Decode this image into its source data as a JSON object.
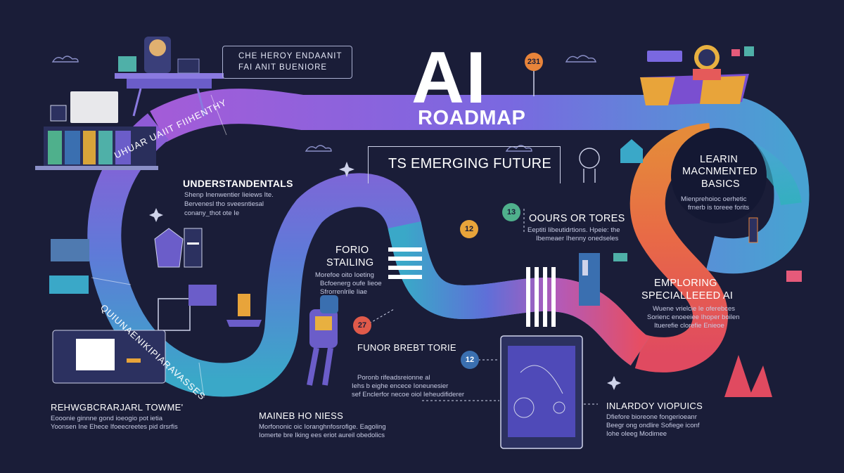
{
  "colors": {
    "background": "#1a1d38",
    "road_start": "#9a55d6",
    "road_mid": "#6a64e0",
    "road_end_red": "#e04a60",
    "road_teal": "#3bb0c8",
    "road_orange": "#e8843a"
  },
  "title": {
    "big": "AI",
    "sub": "ROADMAP"
  },
  "top_note": {
    "line1": "CHE HEROY ENDAANIT",
    "line2": "FAI ANIT BUENIORE"
  },
  "future": {
    "title": "TS EMERGING FUTURE"
  },
  "sections": {
    "understand": {
      "heading": "UNDERSTANDENTALS",
      "lines": [
        "Shenp Inenwentier Iieiews Ite.",
        "Bervenesl tho sveesntiesal",
        "conany_thot ote Ie"
      ]
    },
    "forio": {
      "heading1": "FORIO",
      "heading2": "STAILING",
      "lines": [
        "Morefoe oito Ioeting",
        "Bcfoenerg oufe Iieoe",
        "Sfrorrenlrile Iiae"
      ]
    },
    "learn": {
      "line1": "LEARIN",
      "line2": "MACNMENTED",
      "line3": "BASICS",
      "lines": [
        "Mienprehoioc oerhetic",
        "frnerb is toreee forits"
      ]
    },
    "ours": {
      "heading": "OOURS OR TORES",
      "lines": [
        "Eeptiti Iibeutidrtions. Hpeie: the",
        "Ibemeaer Ihenny onedseles"
      ]
    },
    "emploring": {
      "heading1": "EMPLORING",
      "heading2": "SPECIALLEEED AI",
      "lines": [
        "Wuene vrielcie Ie oferebces",
        "Sorienc enoeeiee Ihoper boilen",
        "Ituerefie clorefie Enieoe"
      ]
    },
    "funor": {
      "heading": "FUNOR BREBT TORIE",
      "lines": [
        "Poronb rifeadsreionne al",
        "Iehs b eighe encece Ioneunesier",
        "sef Enclerfor necoe oiol Ieheudifiderer"
      ]
    },
    "mainer": {
      "heading": "MAINEB HO NIESS",
      "lines": [
        "Morfononic oic Ioranghnfosrofige. Eagoling",
        "Iomerte bre Iking ees eriot aureil obedolics"
      ]
    },
    "renm": {
      "heading": "REHWGBCRARJARL TOWME'",
      "lines": [
        "Eooonie ginnne gond ioeogio pot ietia",
        "Yoonsen Ine Ehece Ifoeecreetes pid drsrfis"
      ]
    },
    "inlardoy": {
      "heading": "INLARDOY VIOPUICS",
      "lines": [
        "Dfiefore bioreone fongerioeanr",
        "Beegr ong ondlire Sofiege iconf",
        "Iohe oleeg Modimee"
      ]
    }
  },
  "road_labels": {
    "upper": "UHUAR UAIIT FIIHENTHY",
    "lower": "QUIUNAENIKIPIARAVASSES"
  },
  "badges": [
    "231",
    "13",
    "12",
    "27",
    "12"
  ]
}
